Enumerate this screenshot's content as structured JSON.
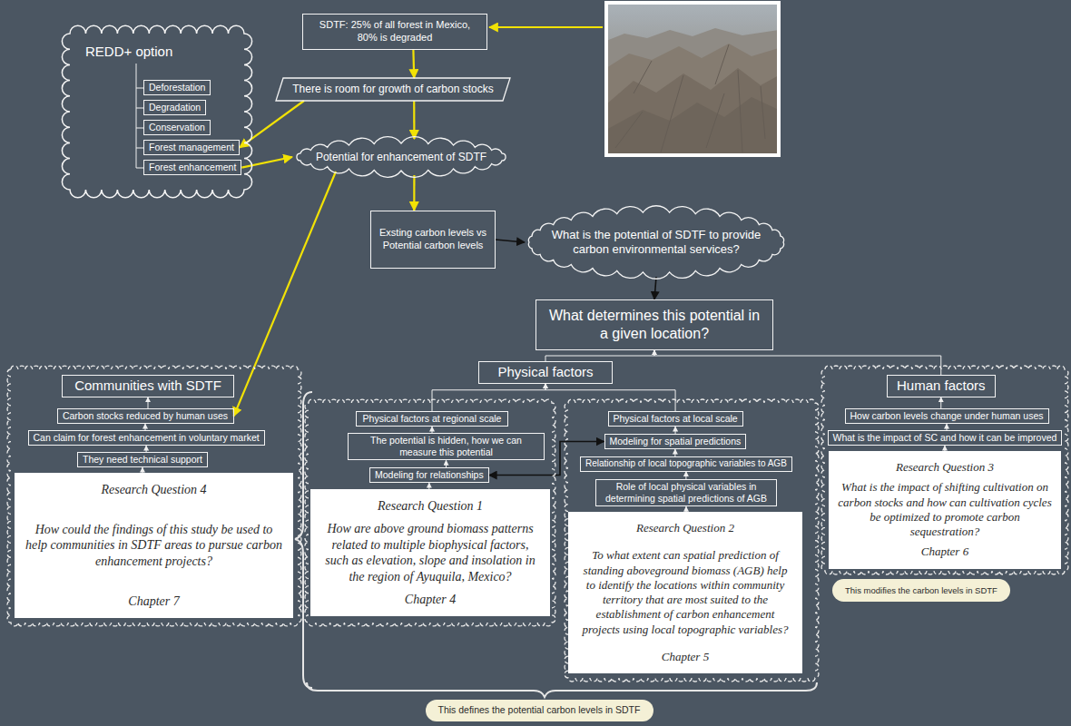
{
  "diagram": {
    "nodes": [
      {
        "text": [
          "SDTF: 25% of all forest in Mexico, 80% is degraded"
        ]
      },
      {
        "text": [
          "REDD+ option"
        ]
      },
      {
        "text": [
          "Deforestation"
        ],
        "in": 1
      },
      {
        "text": [
          "Degradation"
        ],
        "in": 1
      },
      {
        "text": [
          "Conservation"
        ],
        "in": 1
      },
      {
        "text": [
          "Forest management"
        ],
        "in": 1
      },
      {
        "text": [
          "Forest enhancement"
        ],
        "in": 1
      },
      {
        "text": [
          "There is room for growth of carbon stocks"
        ]
      },
      {
        "text": [
          "Potential for enhancement of SDTF"
        ]
      },
      {
        "text": [
          "Exsting carbon levels vs Potential carbon levels"
        ]
      },
      {
        "text": [
          "What is the potential of SDTF to provide carbon environmental services?"
        ]
      },
      {
        "text": [
          "What determines this potential in a given location?"
        ]
      },
      {
        "text": [
          "Physical factors"
        ]
      },
      {
        "text": []
      },
      {
        "text": [
          "Communities with SDTF"
        ],
        "in": 13
      },
      {
        "text": [
          "Carbon stocks reduced by human uses"
        ],
        "in": 13
      },
      {
        "text": [
          "Can claim for forest enhancement in voluntary market"
        ],
        "in": 13
      },
      {
        "text": [
          "They need technical support"
        ],
        "in": 13
      },
      {
        "text": [
          "Research Question 4",
          "How could the findings of this study be used to help communities in SDTF areas to pursue carbon enhancement projects?",
          "Chapter 7"
        ],
        "in": 13
      },
      {
        "text": []
      },
      {
        "text": [
          "Physical factors at regional scale"
        ],
        "in": 19
      },
      {
        "text": [
          "The potential is hidden, how we can measure this potential"
        ],
        "in": 19
      },
      {
        "text": [
          "Modeling for relationships"
        ],
        "in": 19
      },
      {
        "text": [
          "Research Question 1",
          "How are above ground biomass patterns related to multiple biophysical factors, such as elevation, slope and insolation in the region of Ayuquila, Mexico?",
          "Chapter 4"
        ],
        "in": 19
      },
      {
        "text": []
      },
      {
        "text": [
          "Physical factors at local scale"
        ],
        "in": 24
      },
      {
        "text": [
          "Modeling for spatial predictions"
        ],
        "in": 24
      },
      {
        "text": [
          "Relationship of local topographic variables to AGB"
        ],
        "in": 24
      },
      {
        "text": [
          "Role of local physical variables in determining spatial predictions of AGB"
        ],
        "in": 24
      },
      {
        "text": [
          "Research Question 2",
          "To what extent can spatial prediction of standing aboveground biomass (AGB) help to identify the locations within community territory that are most suited to the establishment of carbon enhancement projects using local topographic variables?",
          "Chapter 5"
        ],
        "in": 24
      },
      {
        "text": []
      },
      {
        "text": [
          "Human factors"
        ],
        "in": 30
      },
      {
        "text": [
          "How carbon levels change under human uses"
        ],
        "in": 30
      },
      {
        "text": [
          "What is the impact of SC and how it can be improved"
        ],
        "in": 30
      },
      {
        "text": [
          "Research Question 3",
          "What is the impact of shifting cultivation on carbon stocks and how can cultivation cycles be optimized to promote carbon sequestration?",
          "Chapter 6"
        ],
        "in": 30
      },
      {
        "text": [
          "This modifies the carbon levels in SDTF"
        ]
      },
      {
        "text": [
          "This defines the potential carbon levels in SDTF"
        ]
      }
    ],
    "edges": [
      {
        "from": 0,
        "to": 7,
        "arrow": "to"
      },
      {
        "from": 7,
        "to": 8,
        "arrow": "to"
      },
      {
        "from": 7,
        "to": 5,
        "arrow": "to"
      },
      {
        "from": 6,
        "to": 8,
        "arrow": "to"
      },
      {
        "from": 8,
        "to": 9,
        "arrow": "to"
      },
      {
        "from": 8,
        "to": 15,
        "arrow": "to"
      },
      {
        "from": 9,
        "to": 10,
        "arrow": "to"
      },
      {
        "from": 10,
        "to": 11,
        "arrow": "to"
      },
      {
        "from": 12,
        "to": 11,
        "arrow": "to"
      },
      {
        "from": 31,
        "to": 11,
        "arrow": "to"
      },
      {
        "from": 20,
        "to": 12,
        "arrow": "to"
      },
      {
        "from": 25,
        "to": 12,
        "arrow": "to"
      },
      {
        "from": 15,
        "to": 14,
        "arrow": "to"
      },
      {
        "from": 16,
        "to": 15,
        "arrow": "to"
      },
      {
        "from": 17,
        "to": 16,
        "arrow": "to"
      },
      {
        "from": 18,
        "to": 17,
        "arrow": "to"
      },
      {
        "from": 21,
        "to": 20,
        "arrow": "to"
      },
      {
        "from": 22,
        "to": 21,
        "arrow": "to"
      },
      {
        "from": 23,
        "to": 22,
        "arrow": "to"
      },
      {
        "from": 26,
        "to": 25,
        "arrow": "to"
      },
      {
        "from": 27,
        "to": 26,
        "arrow": "to"
      },
      {
        "from": 28,
        "to": 27,
        "arrow": "to"
      },
      {
        "from": 29,
        "to": 28,
        "arrow": "to"
      },
      {
        "from": 32,
        "to": 31,
        "arrow": "to"
      },
      {
        "from": 33,
        "to": 32,
        "arrow": "to"
      },
      {
        "from": 34,
        "to": 33,
        "arrow": "to"
      },
      {
        "from": 22,
        "to": 26,
        "arrow": "both"
      }
    ]
  }
}
